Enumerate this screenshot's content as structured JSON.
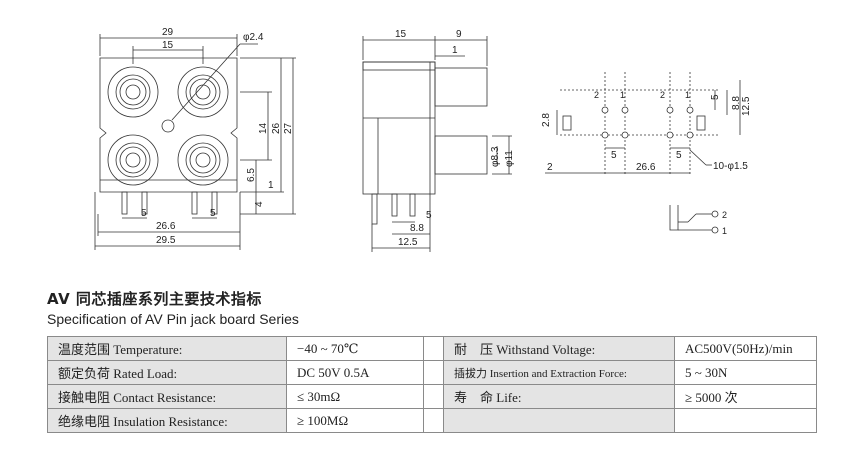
{
  "drawing": {
    "front_view": {
      "pin_marker": "φ2.4",
      "dims_top": [
        "29",
        "15"
      ],
      "dims_right": [
        "14",
        "26",
        "27",
        "6.5",
        "4",
        "1"
      ],
      "dims_bottom": [
        "5",
        "5",
        "26.6",
        "29.5"
      ]
    },
    "side_view": {
      "dims_top": [
        "15",
        "9",
        "1"
      ],
      "dims_right": [
        "φ8.3",
        "φ11"
      ],
      "dims_bottom": [
        "5",
        "8.8",
        "12.5"
      ]
    },
    "pcb_layout": {
      "pin_labels": [
        "2",
        "1",
        "2",
        "1"
      ],
      "dims": [
        "2.8",
        "2",
        "5",
        "26.6",
        "5",
        "8.8",
        "12.5",
        "5",
        "10-φ1.5"
      ]
    },
    "schematic": {
      "pin_labels": [
        "2",
        "1"
      ]
    }
  },
  "title_zh": "AV 同芯插座系列主要技术指标",
  "title_en": "Specification of AV Pin jack board Series",
  "spec_rows": [
    {
      "label": "温度范围 Temperature:",
      "value": "−40 ~ 70℃",
      "label2": "耐　压 Withstand Voltage:",
      "value2": "AC500V(50Hz)/min"
    },
    {
      "label": "额定负荷 Rated Load:",
      "value": "DC 50V 0.5A",
      "label2": "插拔力 Insertion and Extraction Force:",
      "value2": "5 ~ 30N"
    },
    {
      "label": "接触电阻 Contact Resistance:",
      "value": "≤ 30mΩ",
      "label2": "寿　命 Life:",
      "value2": "≥ 5000 次"
    },
    {
      "label": "绝缘电阻 Insulation Resistance:",
      "value": "≥ 100MΩ",
      "label2": "",
      "value2": ""
    }
  ]
}
